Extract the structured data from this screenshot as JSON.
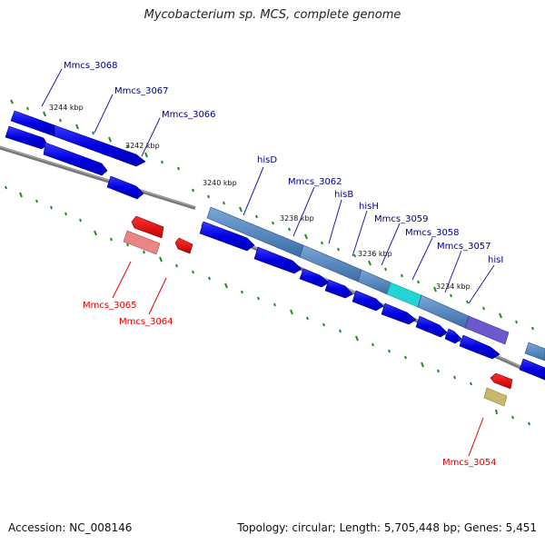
{
  "header": {
    "title": "Mycobacterium sp. MCS, complete genome"
  },
  "footer": {
    "accession": "Accession: NC_008146",
    "summary": "Topology: circular; Length: 5,705,448 bp; Genes: 5,451"
  },
  "colors": {
    "forward_gene": "#0a0ae6",
    "reverse_gene": "#e60000",
    "reverse_gene_light": "#e88585",
    "operon_band": "#4a7fb8",
    "hisH_highlight": "#22d4d4",
    "hisI_highlight": "#6a5acd",
    "small_olive": "#c8b86a",
    "axis": "#777777",
    "tick": "#1e8c1e",
    "forward_label": "#00008b",
    "reverse_label": "#dd0000"
  },
  "scale_labels": [
    "3244 kbp",
    "3242 kbp",
    "3240 kbp",
    "3238 kbp",
    "3236 kbp",
    "3234 kbp"
  ],
  "forward_labels": [
    "Mmcs_3068",
    "Mmcs_3067",
    "Mmcs_3066",
    "hisD",
    "Mmcs_3062",
    "hisB",
    "hisH",
    "Mmcs_3059",
    "Mmcs_3058",
    "Mmcs_3057",
    "hisI"
  ],
  "reverse_labels": [
    "Mmcs_3065",
    "Mmcs_3064",
    "Mmcs_3054"
  ]
}
